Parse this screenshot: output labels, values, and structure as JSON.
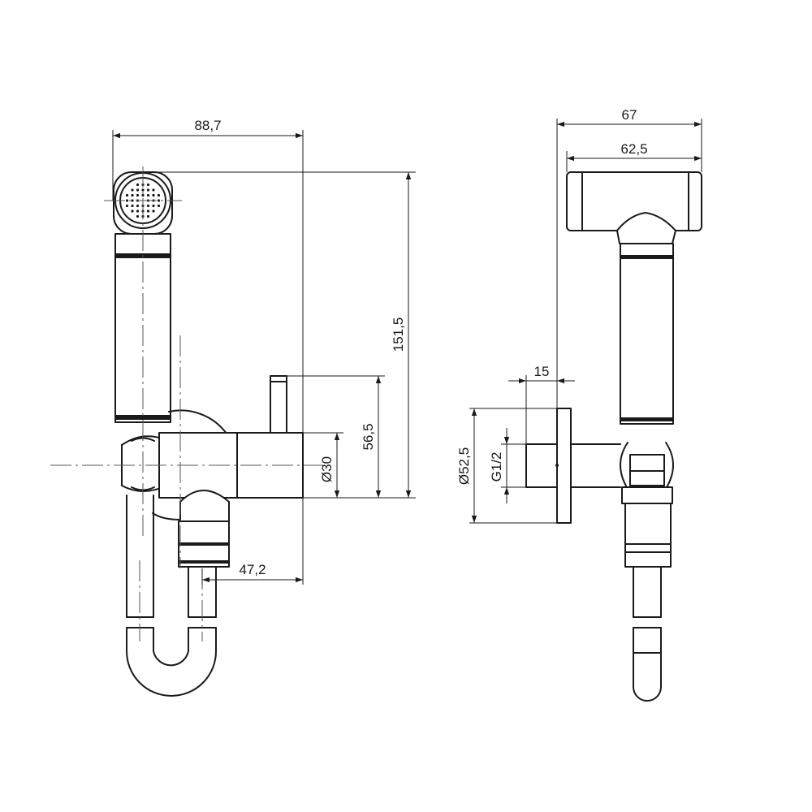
{
  "dimensions": {
    "width_overall": "88,7",
    "height_overall": "151,5",
    "valve_height": "56,5",
    "valve_diameter": "Ø30",
    "outlet_offset": "47,2",
    "handle_width": "67",
    "handle_head_width": "62,5",
    "wall_depth": "15",
    "rosette_diameter": "Ø52,5",
    "thread": "G1/2"
  },
  "colors": {
    "line": "#1a1a1a",
    "background": "#ffffff"
  }
}
